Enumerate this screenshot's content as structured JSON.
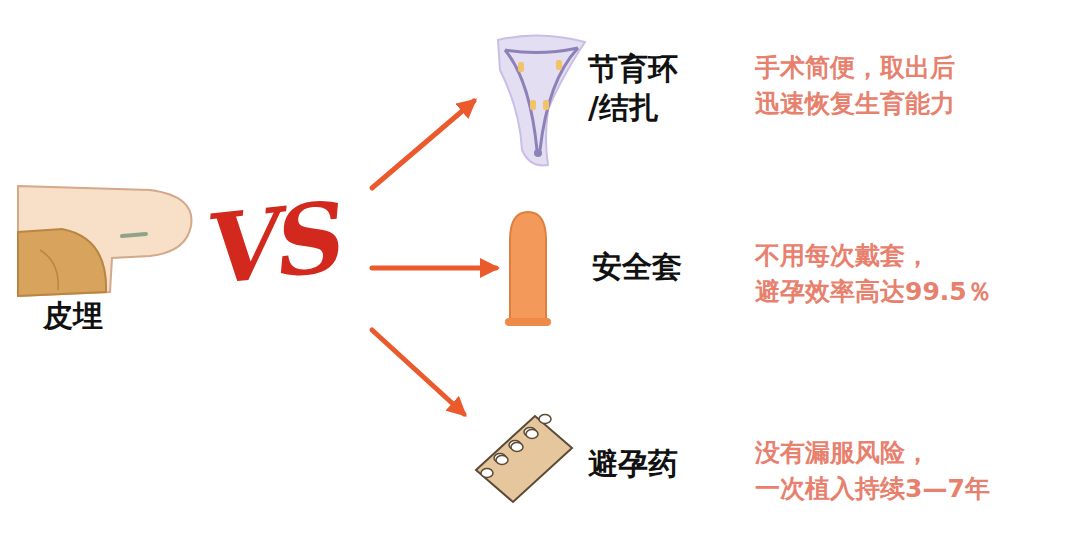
{
  "diagram": {
    "nodes": [
      {
        "text": [
          "皮埋"
        ]
      },
      {
        "text": [
          "节育环 /结扎"
        ]
      },
      {
        "text": [
          "安全套"
        ]
      },
      {
        "text": [
          "避孕药"
        ]
      }
    ],
    "edges": [
      {
        "from": 0,
        "to": 1,
        "arrow": "to"
      },
      {
        "from": 0,
        "to": 2,
        "arrow": "to"
      },
      {
        "from": 0,
        "to": 3,
        "arrow": "to"
      }
    ],
    "labels": [
      "VS",
      "手术简便，取出后 迅速恢复生育能力",
      "不用每次戴套， 避孕效率高达99.5％",
      "没有漏服风险， 一次植入持续3—7年"
    ]
  }
}
